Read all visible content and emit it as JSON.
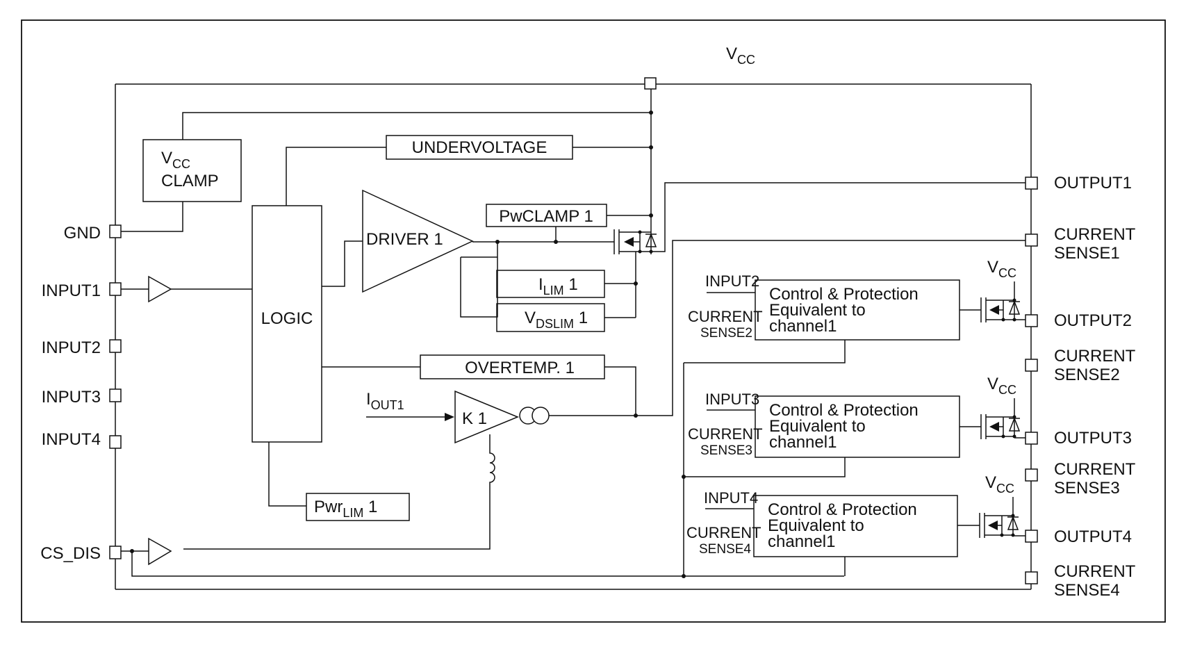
{
  "vcc": {
    "main": "V",
    "sub": "CC"
  },
  "vcc_clamp": {
    "v": "V",
    "sub": "CC",
    "line2": "CLAMP"
  },
  "blocks": {
    "undervoltage": "UNDERVOLTAGE",
    "driver": "DRIVER 1",
    "pwclamp": "PwCLAMP 1",
    "logic": "LOGIC",
    "ilim": {
      "main": "I",
      "sub": "LIM",
      "suffix": " 1"
    },
    "vdslim": {
      "main": "V",
      "sub": "DSLIM",
      "suffix": " 1"
    },
    "overtemp": "OVERTEMP. 1",
    "iout": {
      "main": "I",
      "sub": "OUT1"
    },
    "k1": "K 1",
    "pwrlim": {
      "main": "Pwr",
      "sub": "LIM",
      "suffix": " 1"
    }
  },
  "left_pins": {
    "gnd": "GND",
    "input1": "INPUT1",
    "input2": "INPUT2",
    "input3": "INPUT3",
    "input4": "INPUT4",
    "cs_dis": "CS_DIS"
  },
  "right_pins": {
    "output1": "OUTPUT1",
    "cs1_a": "CURRENT",
    "cs1_b": "SENSE1",
    "output2": "OUTPUT2",
    "cs2_a": "CURRENT",
    "cs2_b": "SENSE2",
    "output3": "OUTPUT3",
    "cs3_a": "CURRENT",
    "cs3_b": "SENSE3",
    "output4": "OUTPUT4",
    "cs4_a": "CURRENT",
    "cs4_b": "SENSE4"
  },
  "channels": [
    {
      "input": "INPUT2",
      "cs_a": "CURRENT",
      "cs_b": "SENSE2",
      "line1": "Control & Protection",
      "line2": "Equivalent to",
      "line3": "channel1"
    },
    {
      "input": "INPUT3",
      "cs_a": "CURRENT",
      "cs_b": "SENSE3",
      "line1": "Control & Protection",
      "line2": "Equivalent to",
      "line3": "channel1"
    },
    {
      "input": "INPUT4",
      "cs_a": "CURRENT",
      "cs_b": "SENSE4",
      "line1": "Control & Protection",
      "line2": "Equivalent to",
      "line3": "channel1"
    }
  ]
}
